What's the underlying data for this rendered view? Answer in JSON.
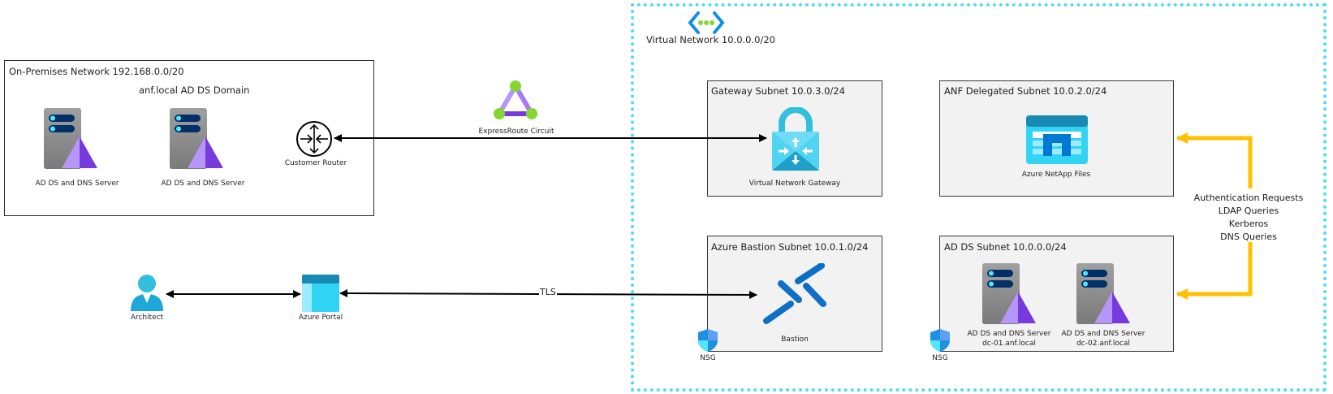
{
  "on_premises": {
    "title": "On-Premises Network 192.168.0.0/20",
    "domain_label": "anf.local AD DS Domain",
    "servers": [
      {
        "label": "AD DS and DNS Server"
      },
      {
        "label": "AD DS and DNS Server"
      }
    ],
    "router_label": "Customer Router"
  },
  "expressroute": {
    "label": "ExpressRoute Circuit"
  },
  "vnet": {
    "title": "Virtual Network 10.0.0.0/20"
  },
  "subnets": {
    "gateway": {
      "title": "Gateway Subnet 10.0.3.0/24",
      "resource": "Virtual Network Gateway"
    },
    "anf": {
      "title": "ANF Delegated Subnet 10.0.2.0/24",
      "resource": "Azure NetApp Files"
    },
    "bastion": {
      "title": "Azure Bastion Subnet 10.0.1.0/24",
      "resource": "Bastion",
      "nsg": "NSG"
    },
    "adds": {
      "title": "AD DS Subnet 10.0.0.0/24",
      "nsg": "NSG",
      "servers": [
        {
          "line1": "AD DS and DNS Server",
          "line2": "dc-01.anf.local"
        },
        {
          "line1": "AD DS and DNS Server",
          "line2": "dc-02.anf.local"
        }
      ]
    }
  },
  "auth_flow": {
    "lines": [
      "Authentication Requests",
      "LDAP Queries",
      "Kerberos",
      "DNS Queries"
    ]
  },
  "architect": {
    "label": "Architect"
  },
  "portal": {
    "label": "Azure Portal"
  },
  "tls_label": "TLS",
  "colors": {
    "vnet_border": "#4fdcf5",
    "auth_arrow": "#ffc000",
    "subnet_fill": "#f2f2f2",
    "azure_blue": "#0078d4",
    "cyan": "#32d4f5",
    "purple": "#773adc"
  }
}
